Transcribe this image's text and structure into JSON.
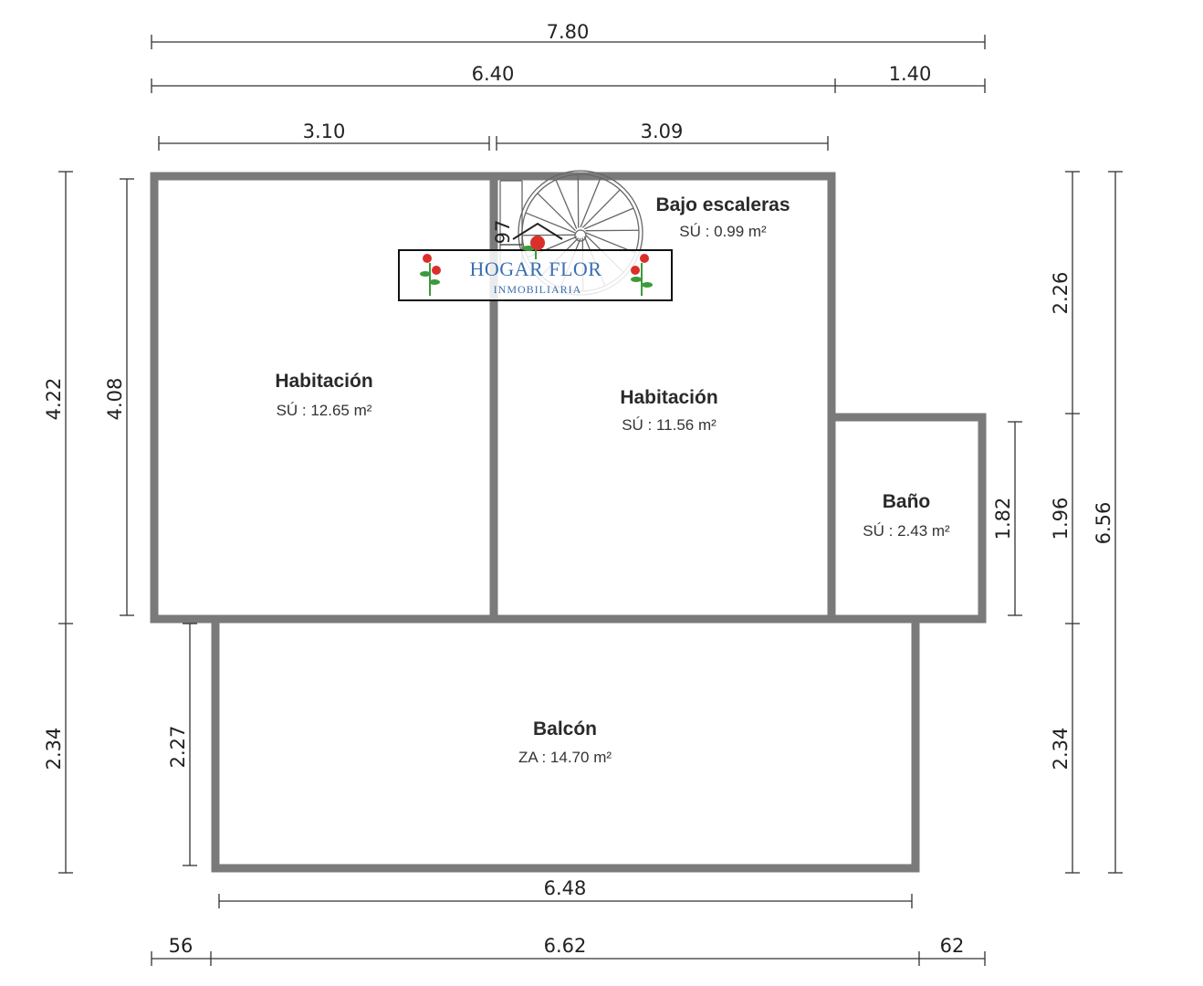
{
  "dimensions": {
    "top_total": "7.80",
    "top_left": "6.40",
    "top_right": "1.40",
    "room_left_width": "3.10",
    "room_mid_width": "3.09",
    "left_outer_upper": "4.22",
    "left_inner_upper": "4.08",
    "left_outer_lower": "2.34",
    "left_inner_lower": "2.27",
    "stair_small": "97",
    "right_upper": "2.26",
    "right_mid": "1.96",
    "right_total": "6.56",
    "right_lower": "2.34",
    "bath_height": "1.82",
    "balcony_width": "6.48",
    "bottom_left": "56",
    "bottom_mid": "6.62",
    "bottom_right": "62"
  },
  "rooms": {
    "hab1": {
      "name": "Habitación",
      "area": "SÚ : 12.65 m²"
    },
    "hab2": {
      "name": "Habitación",
      "area": "SÚ : 11.56 m²"
    },
    "stairs": {
      "name": "Bajo escaleras",
      "area": "SÚ : 0.99 m²"
    },
    "bath": {
      "name": "Baño",
      "area": "SÚ : 2.43 m²"
    },
    "balcony": {
      "name": "Balcón",
      "area": "ZA : 14.70 m²"
    }
  },
  "logo": {
    "title": "HOGAR FLOR",
    "subtitle": "INMOBILIARIA",
    "accent": "#3a6fb0",
    "flower_color": "#d9302c",
    "leaf_color": "#3c9a3c"
  },
  "colors": {
    "wall": "#7a7a7a",
    "line": "#333333"
  }
}
